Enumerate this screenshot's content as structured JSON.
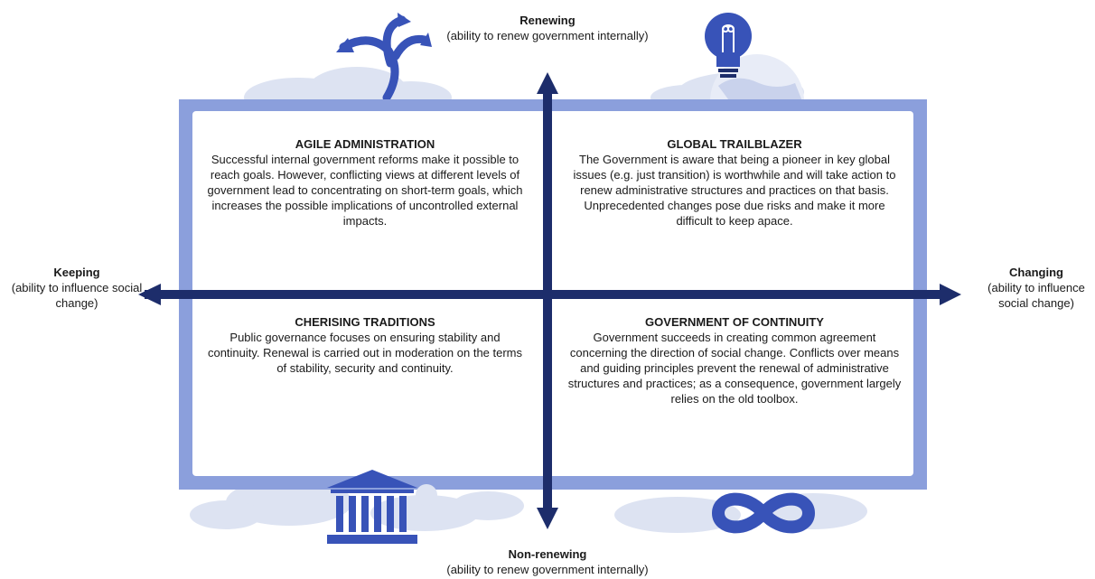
{
  "axes": {
    "top": {
      "name": "Renewing",
      "desc": "(ability to renew government internally)"
    },
    "bottom": {
      "name": "Non-renewing",
      "desc": "(ability to renew government internally)"
    },
    "left": {
      "name": "Keeping",
      "desc": "(ability to influence social change)"
    },
    "right": {
      "name": "Changing",
      "desc": "(ability to influence social change)"
    }
  },
  "quadrants": {
    "top_left": {
      "title": "AGILE ADMINISTRATION",
      "text": "Successful internal government reforms make it possible to reach goals. However, conflicting views at different levels of government lead to concentrating on short-term goals, which increases the possible implications of uncontrolled external impacts."
    },
    "top_right": {
      "title": "GLOBAL TRAILBLAZER",
      "text": "The Government is aware that being a pioneer in key global issues (e.g. just transition) is worthwhile and will take action to renew administrative structures and practices on that basis. Unprecedented changes pose due risks and make it more difficult to keep apace."
    },
    "bottom_left": {
      "title": "CHERISING TRADITIONS",
      "text": "Public governance focuses on ensuring stability and continuity. Renewal is carried out in moderation on the terms of stability, security and continuity."
    },
    "bottom_right": {
      "title": "GOVERNMENT OF CONTINUITY",
      "text": "Government succeeds in creating common agreement concerning the direction of social change. Conflicts over means and guiding principles prevent the renewal of administrative structures and practices; as a consequence, government largely relies on the old toolbox."
    }
  },
  "icons": [
    "branching-arrows-icon",
    "lightbulb-icon",
    "globe-icon",
    "government-building-icon",
    "infinity-icon",
    "cloud-icon"
  ],
  "colors": {
    "frame": "#8b9fdc",
    "arrow": "#1d2d6b",
    "cloud": "#dde3f2",
    "icon": "#3853b8"
  }
}
